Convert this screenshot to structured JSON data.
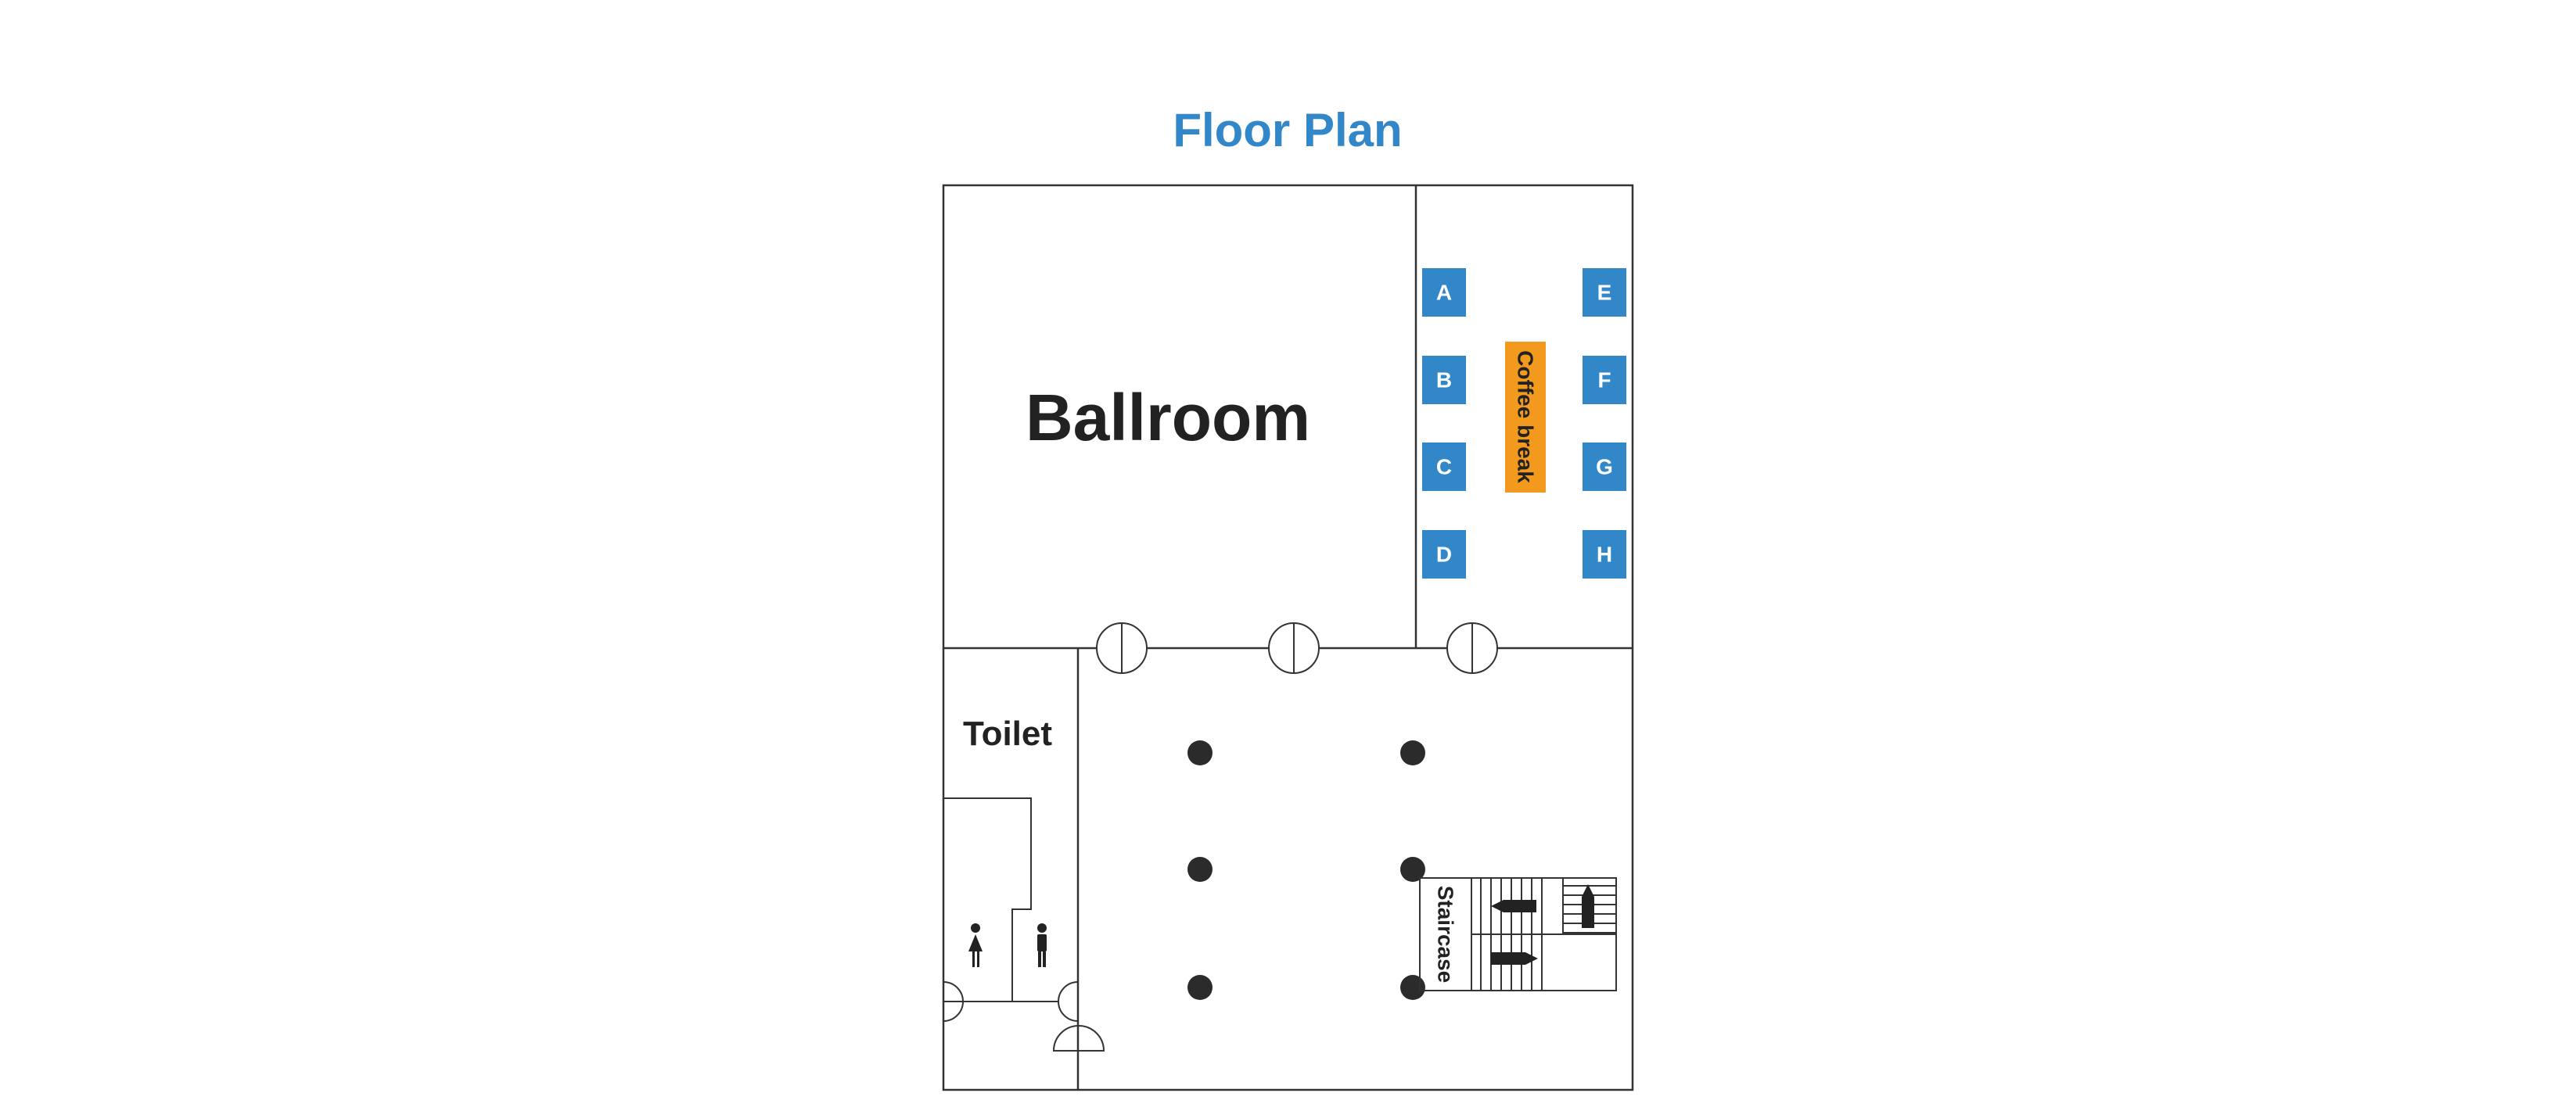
{
  "title": "Floor Plan",
  "rooms": {
    "ballroom": "Ballroom",
    "toilet": "Toilet",
    "staircase": "Staircase",
    "coffee_break": "Coffee break"
  },
  "booths": [
    "A",
    "B",
    "C",
    "D",
    "E",
    "F",
    "G",
    "H"
  ],
  "colors": {
    "title": "#3187c7",
    "booth": "#3187c7",
    "coffee": "#f39a1e",
    "wall": "#333333",
    "pillar": "#2b2b2b"
  },
  "icons": [
    "female-restroom-icon",
    "male-restroom-icon",
    "arrow-left-icon",
    "arrow-right-icon",
    "arrow-up-icon"
  ]
}
